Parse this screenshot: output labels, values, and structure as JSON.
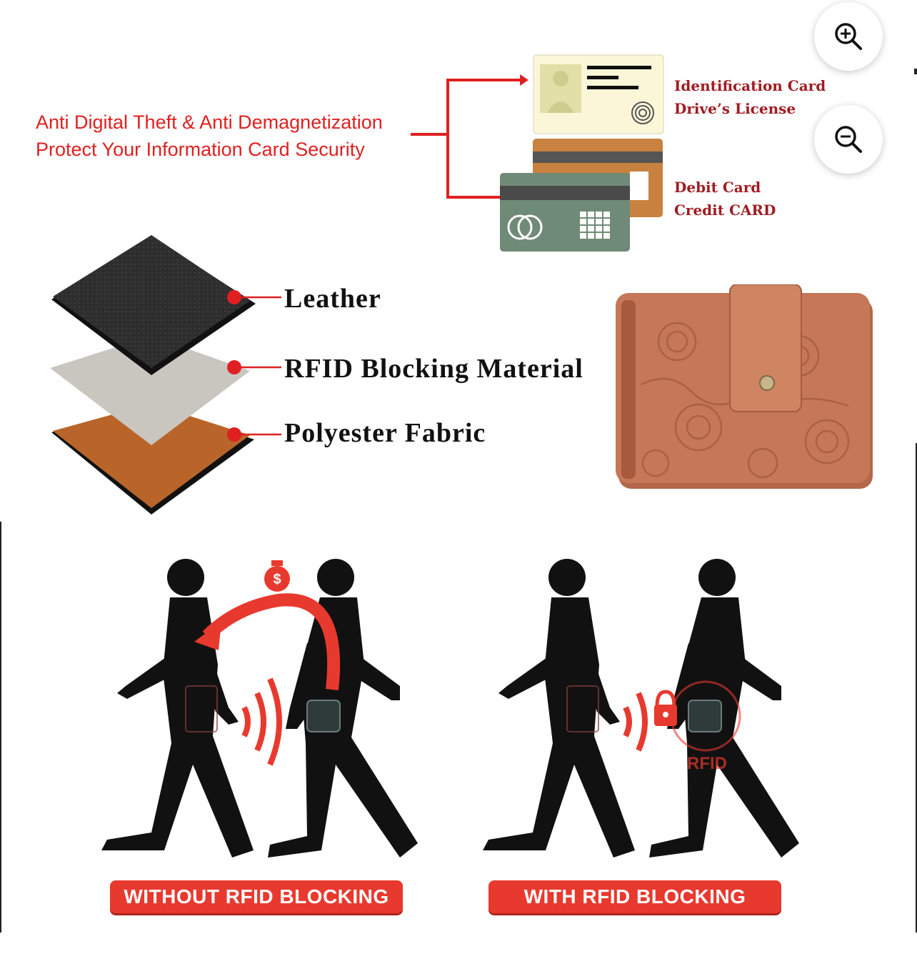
{
  "headline": {
    "line1": "Anti Digital Theft & Anti Demagnetization",
    "line2": "Protect Your Information Card Security"
  },
  "cards": {
    "id_line1": "Identification Card",
    "id_line2": "Drive’s License",
    "bank_line1": "Debit Card",
    "bank_line2": "Credit CARD"
  },
  "layers": {
    "leather": "Leather",
    "rfid": "RFID Blocking Material",
    "fabric": "Polyester Fabric"
  },
  "scenes": {
    "without": "WITHOUT RFID BLOCKING",
    "with": "WITH RFID BLOCKING",
    "rfid_mark": "RFID",
    "money_symbol": "$"
  },
  "controls": {
    "zoom_in_icon": "zoom-in-icon",
    "zoom_out_icon": "zoom-out-icon"
  },
  "colors": {
    "accent_red": "#e02020",
    "label_red": "#a01c22",
    "badge_red": "#e8392e",
    "wallet_brown": "#c57758"
  }
}
